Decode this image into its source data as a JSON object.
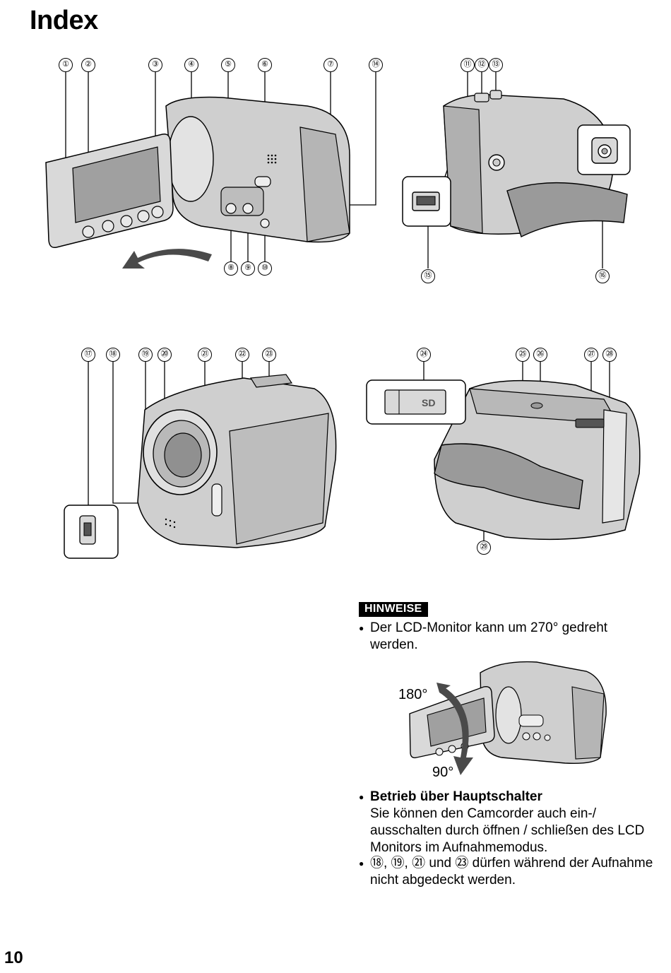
{
  "page": {
    "title": "Index",
    "number": "10"
  },
  "figures": {
    "top_left": {
      "callouts_top": [
        "①",
        "②",
        "③",
        "④",
        "⑤",
        "⑥",
        "⑦",
        "⑭"
      ],
      "callouts_bottom": [
        "⑧",
        "⑨",
        "⑩"
      ]
    },
    "top_right": {
      "callouts_top": [
        "⑪",
        "⑫",
        "⑬"
      ],
      "callouts_bottom": [
        "⑮",
        "⑯"
      ]
    },
    "bottom_left": {
      "callouts_top": [
        "⑰",
        "⑱",
        "⑲",
        "⑳",
        "㉑",
        "㉒",
        "㉓"
      ]
    },
    "bottom_right": {
      "callouts_top": [
        "㉔",
        "㉕",
        "㉖",
        "㉗",
        "㉘"
      ],
      "callouts_bottom": [
        "㉙"
      ]
    }
  },
  "notes": {
    "header": "HINWEISE",
    "note1": "Der LCD-Monitor kann um 270° gedreht werden.",
    "rotation": {
      "angle_top": "180°",
      "angle_bottom": "90°"
    },
    "note2_title": "Betrieb über Hauptschalter",
    "note2_text": "Sie können den Camcorder auch ein-/ ausschalten durch öffnen / schließen des LCD Monitors im Aufnahmemodus.",
    "note3": "⑱, ⑲, ㉑ und ㉓ dürfen während der Aufnahme nicht abgedeckt werden."
  },
  "colors": {
    "ink": "#000000",
    "body_gray": "#c8c8c8",
    "dark_gray": "#8a8a8a",
    "screen_gray": "#9a9a9a"
  }
}
